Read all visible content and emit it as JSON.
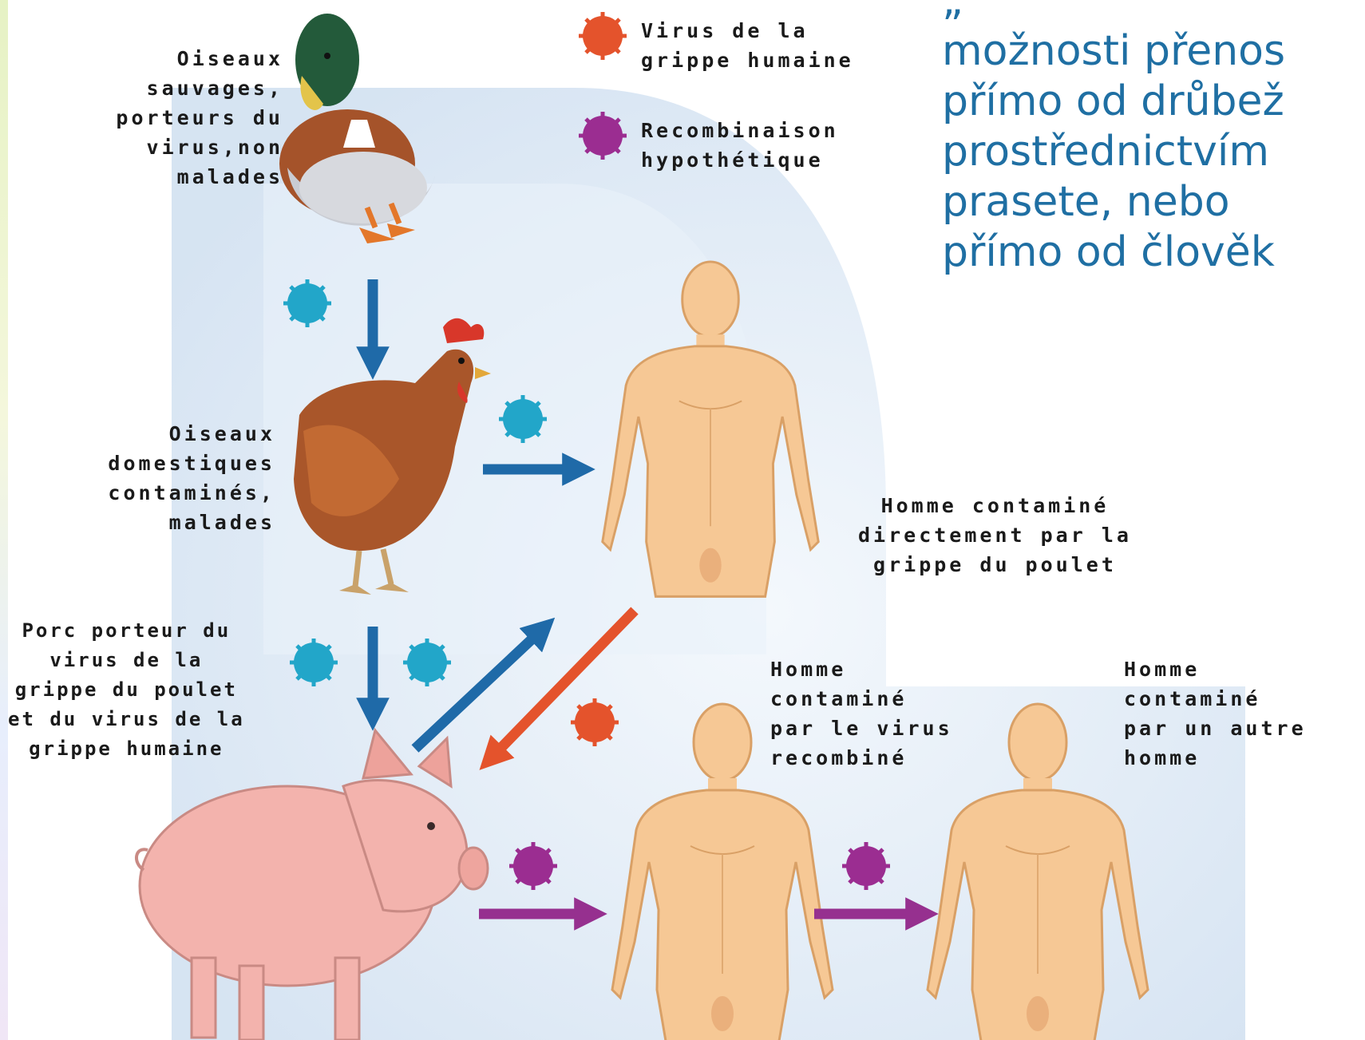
{
  "slide_text": {
    "lines": [
      "„",
      "možnosti přenos",
      "přímo od drůbež",
      "prostřednictvím",
      "prasete, nebo",
      "přímo od člověk"
    ]
  },
  "legend": {
    "human_virus": "Virus de la\ngrippe humaine",
    "recombination": "Recombinaison\nhypothétique"
  },
  "labels": {
    "wild_birds": "Oiseaux\nsauvages,\nporteurs du\nvirus,non\nmalades",
    "domestic_birds": "Oiseaux\ndomestiques\ncontaminés,\nmalades",
    "pig": "Porc porteur du\nvirus de la\ngrippe du poulet\net du virus de la\ngrippe humaine",
    "human_direct": "Homme contaminé\ndirectement par la\ngrippe du poulet",
    "human_recombined": "Homme\ncontaminé\npar le virus\nrecombiné",
    "human_other": "Homme\ncontaminé\npar un autre\nhomme"
  },
  "colors": {
    "bird_virus": "#22a6c9",
    "human_virus": "#e4532c",
    "recombinant_virus": "#9b2d91",
    "arrow_blue": "#1f6aa8",
    "arrow_red": "#e4532c",
    "arrow_purple": "#96308f",
    "skin": "#f6c895",
    "backdrop": "#d9e6f3",
    "slide_text": "#1f6fa3"
  }
}
